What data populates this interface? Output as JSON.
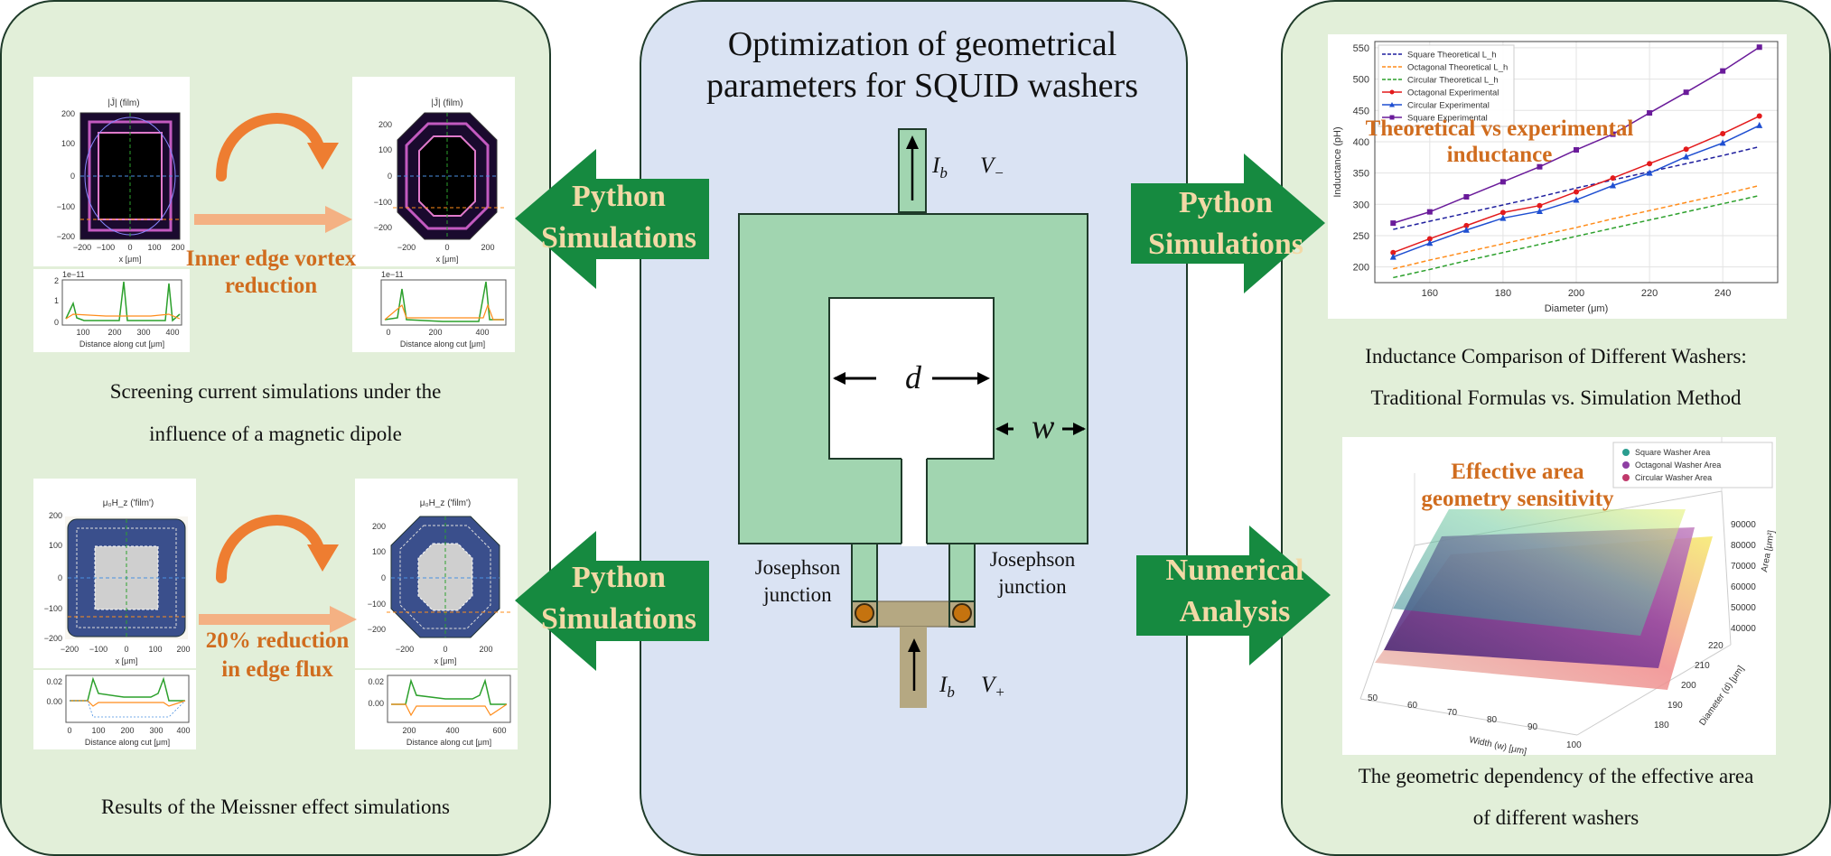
{
  "center": {
    "title_line1": "Optimization of geometrical",
    "title_line2": "parameters for SQUID washers",
    "labels": {
      "d": "d",
      "w": "w",
      "ib_top": "I",
      "ib_sub": "b",
      "vminus": "V",
      "vminus_sub": "−",
      "ib_bottom": "I",
      "vplus": "V",
      "vplus_sub": "+",
      "jj_left_1": "Josephson",
      "jj_left_2": "junction",
      "jj_right_1": "Josephson",
      "jj_right_2": "junction"
    },
    "colors": {
      "washer": "#a1d5b0",
      "lead": "#b5a882",
      "junction": "#c5730f",
      "panel": "#dae3f3"
    }
  },
  "arrows": {
    "left_top_1": "Python",
    "left_top_2": "Simulations",
    "left_bottom_1": "Python",
    "left_bottom_2": "Simulations",
    "right_top_1": "Python",
    "right_top_2": "Simulations",
    "right_bottom_1": "Numerical",
    "right_bottom_2": "Analysis",
    "color": "#168a40",
    "text_color": "#f2d9a6"
  },
  "left": {
    "top_caption_1": "Screening current simulations under the",
    "top_caption_2": "influence of a magnetic dipole",
    "top_label_1": "Inner edge vortex",
    "top_label_2": "reduction",
    "bottom_caption": "Results of the Meissner effect simulations",
    "bottom_label_1": "20% reduction",
    "bottom_label_2": "in edge flux",
    "plots": {
      "j_title": "|J̄| (film)",
      "h_title": "μ₀H_z ('film')",
      "x_label": "x [μm]",
      "cut_label": "Distance along cut [μm]",
      "j_scale": "1e−11",
      "sq_xticks": [
        "−200",
        "−100",
        "0",
        "100",
        "200"
      ],
      "sq_yticks": [
        "200",
        "100",
        "0",
        "−100",
        "−200"
      ],
      "oct_xticks": [
        "−200",
        "0",
        "200"
      ],
      "oct_yticks": [
        "200",
        "100",
        "0",
        "−100",
        "−200"
      ],
      "cut1_xticks": [
        "100",
        "200",
        "300",
        "400"
      ],
      "cut2_xticks": [
        "0",
        "200",
        "400"
      ],
      "cut1_yticks": [
        "2",
        "1",
        "0"
      ],
      "cut3_xticks": [
        "0",
        "100",
        "200",
        "300",
        "400"
      ],
      "cut3_yticks": [
        "0.02",
        "0.00"
      ],
      "cut4_xticks": [
        "200",
        "400",
        "600"
      ],
      "cut4_yticks": [
        "0.02",
        "0.00"
      ]
    }
  },
  "right": {
    "top_label_1": "Theoretical vs experimental",
    "top_label_2": "inductance",
    "top_caption_1": "Inductance Comparison of Different Washers:",
    "top_caption_2": "Traditional Formulas vs. Simulation Method",
    "bottom_label_1": "Effective area",
    "bottom_label_2": "geometry sensitivity",
    "bottom_caption_1": "The geometric dependency of the effective area",
    "bottom_caption_2": "of different washers",
    "surface": {
      "legend": [
        "Square Washer Area",
        "Octagonal Washer Area",
        "Circular Washer Area"
      ],
      "legend_colors": [
        "#2a9d8f",
        "#8e3fa3",
        "#c0396b"
      ],
      "x_label": "Width (w) [μm]",
      "y_label": "Diameter (d) [μm]",
      "z_label": "Area [μm²]",
      "x_ticks": [
        "50",
        "60",
        "70",
        "80",
        "90",
        "100"
      ],
      "y_ticks": [
        "180",
        "190",
        "200",
        "210",
        "220"
      ],
      "z_ticks": [
        "90000",
        "80000",
        "70000",
        "60000",
        "50000",
        "40000"
      ]
    }
  },
  "chart_data": {
    "type": "line",
    "title": "",
    "xlabel": "Diameter (μm)",
    "ylabel": "Inductance (pH)",
    "xlim": [
      145,
      255
    ],
    "ylim": [
      175,
      560
    ],
    "x_ticks": [
      160,
      180,
      200,
      220,
      240
    ],
    "y_ticks": [
      200,
      250,
      300,
      350,
      400,
      450,
      500,
      550
    ],
    "legend_position": "top-left",
    "grid": true,
    "x": [
      150,
      160,
      170,
      180,
      190,
      200,
      210,
      220,
      230,
      240,
      250
    ],
    "series": [
      {
        "name": "Square Theoretical L_h",
        "style": "dashed",
        "marker": "none",
        "color": "#1f1f9e",
        "values": [
          260,
          273,
          286,
          299,
          312,
          326,
          339,
          352,
          365,
          378,
          392
        ]
      },
      {
        "name": "Octagonal Theoretical L_h",
        "style": "dashed",
        "marker": "none",
        "color": "#ff8c1a",
        "values": [
          197,
          211,
          224,
          237,
          250,
          263,
          277,
          290,
          303,
          316,
          330
        ]
      },
      {
        "name": "Circular Theoretical L_h",
        "style": "dashed",
        "marker": "none",
        "color": "#2ca02c",
        "values": [
          183,
          196,
          210,
          223,
          236,
          249,
          262,
          275,
          288,
          301,
          314
        ]
      },
      {
        "name": "Octagonal Experimental",
        "style": "solid",
        "marker": "circle",
        "color": "#e31a1c",
        "values": [
          223,
          245,
          266,
          287,
          298,
          320,
          342,
          365,
          388,
          413,
          441
        ]
      },
      {
        "name": "Circular Experimental",
        "style": "solid",
        "marker": "triangle",
        "color": "#1f4fd1",
        "values": [
          216,
          238,
          259,
          278,
          289,
          307,
          330,
          350,
          376,
          398,
          426
        ]
      },
      {
        "name": "Square Experimental",
        "style": "solid",
        "marker": "square",
        "color": "#6a1b9a",
        "values": [
          270,
          288,
          312,
          336,
          360,
          387,
          412,
          446,
          479,
          513,
          551
        ]
      }
    ]
  }
}
